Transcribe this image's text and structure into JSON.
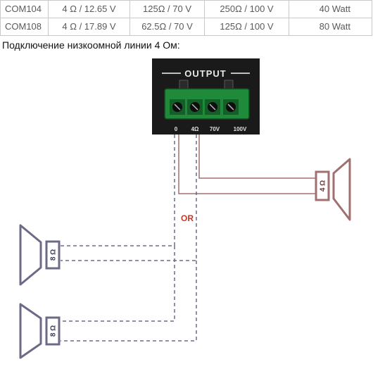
{
  "spec_table": {
    "rows": [
      [
        "COM104",
        "4 Ω / 12.65 V",
        "125Ω / 70 V",
        "250Ω / 100 V",
        "40 Watt"
      ],
      [
        "COM108",
        "4 Ω / 17.89 V",
        "62.5Ω / 70 V",
        "125Ω / 100 V",
        "80 Watt"
      ]
    ]
  },
  "heading": "Подключение низкоомной линии 4 Ом:",
  "output_block": {
    "title": "OUTPUT",
    "terminals": [
      "0",
      "4Ω",
      "70V",
      "100V"
    ]
  },
  "speakers": {
    "right_label": "4 Ω",
    "left_top_label": "8 Ω",
    "left_bottom_label": "8 Ω"
  },
  "or_label": "OR",
  "colors": {
    "dark": "#1a1a1a",
    "terminal_green": "#1f8a3a",
    "right_wire": "#a07070",
    "dashed_wire": "#6b6b88",
    "or_text": "#c0392b"
  }
}
